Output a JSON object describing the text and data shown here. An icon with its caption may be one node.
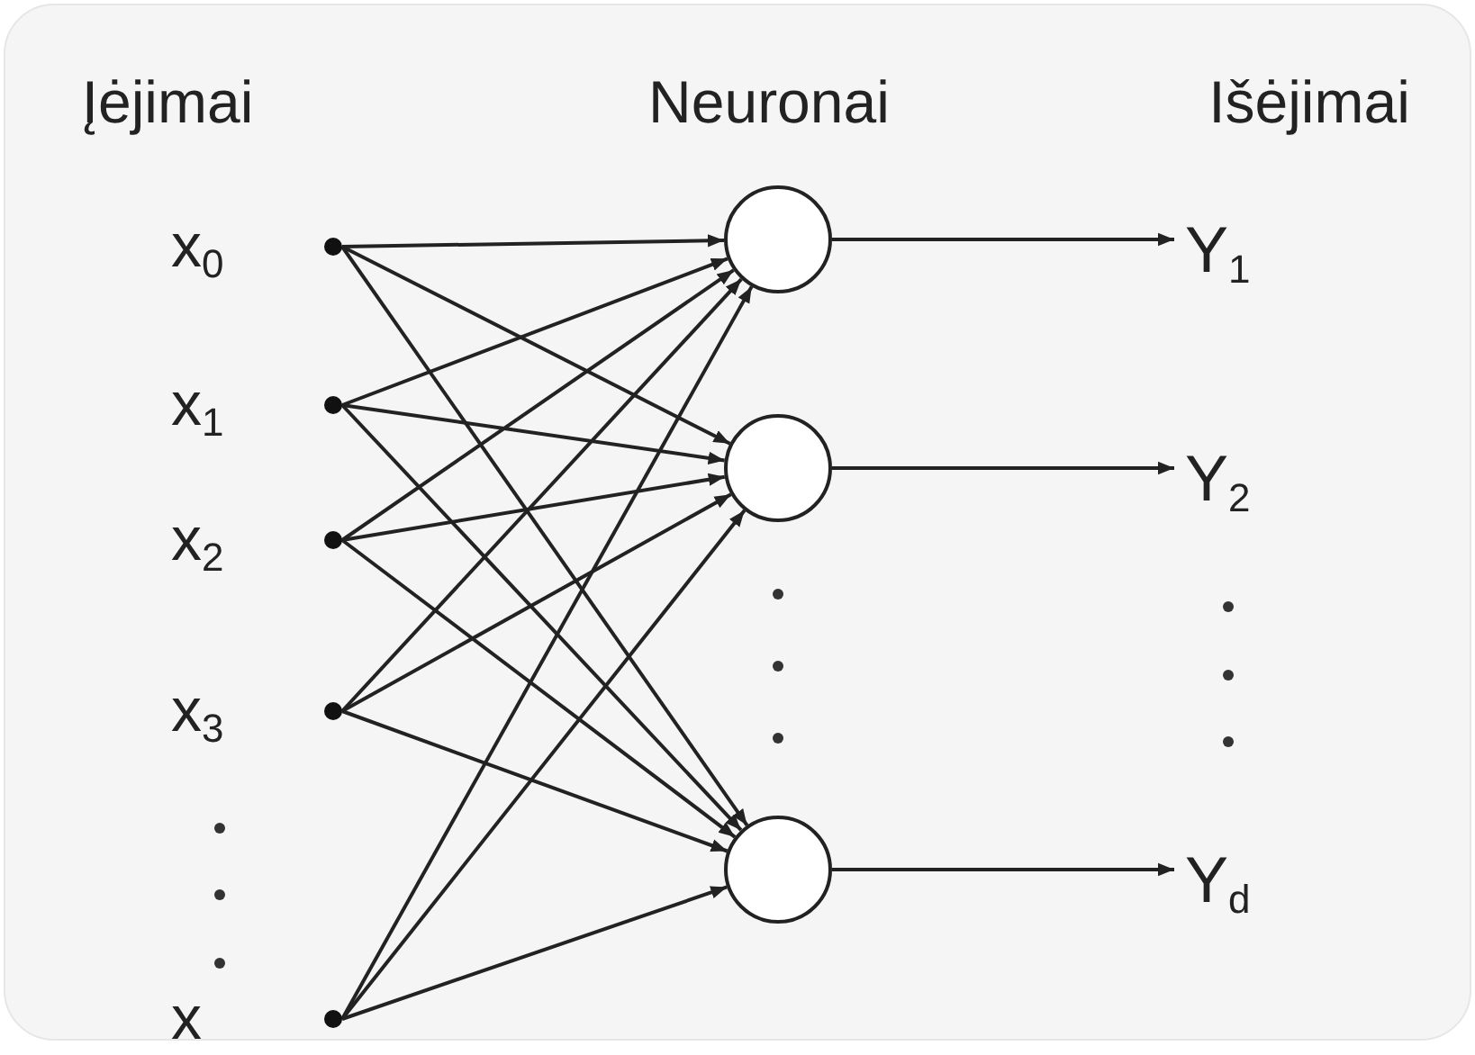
{
  "diagram": {
    "nodes": [
      {
        "text": [
          "x$_{0}$"
        ]
      },
      {
        "text": [
          "x$_{1}$"
        ]
      },
      {
        "text": [
          "x$_{2}$"
        ]
      },
      {
        "text": [
          "x$_{3}$"
        ]
      },
      {
        "text": [
          "x"
        ]
      },
      {
        "text": [],
        "shape": "circle"
      },
      {
        "text": [],
        "shape": "circle"
      },
      {
        "text": [],
        "shape": "circle"
      },
      {
        "text": [
          "Y$_{1}$"
        ]
      },
      {
        "text": [
          "Y$_{2}$"
        ]
      },
      {
        "text": [
          "Y$_{d}$"
        ]
      }
    ],
    "edges": [
      {
        "from": 0,
        "to": 5,
        "arrow": "to"
      },
      {
        "from": 0,
        "to": 6,
        "arrow": "to"
      },
      {
        "from": 0,
        "to": 7,
        "arrow": "to"
      },
      {
        "from": 1,
        "to": 5,
        "arrow": "to"
      },
      {
        "from": 1,
        "to": 6,
        "arrow": "to"
      },
      {
        "from": 1,
        "to": 7,
        "arrow": "to"
      },
      {
        "from": 2,
        "to": 5,
        "arrow": "to"
      },
      {
        "from": 2,
        "to": 6,
        "arrow": "to"
      },
      {
        "from": 2,
        "to": 7,
        "arrow": "to"
      },
      {
        "from": 3,
        "to": 5,
        "arrow": "to"
      },
      {
        "from": 3,
        "to": 6,
        "arrow": "to"
      },
      {
        "from": 3,
        "to": 7,
        "arrow": "to"
      },
      {
        "from": 4,
        "to": 5,
        "arrow": "to"
      },
      {
        "from": 4,
        "to": 6,
        "arrow": "to"
      },
      {
        "from": 4,
        "to": 7,
        "arrow": "to"
      },
      {
        "from": 5,
        "to": 8,
        "arrow": "to"
      },
      {
        "from": 6,
        "to": 9,
        "arrow": "to"
      },
      {
        "from": 7,
        "to": 10,
        "arrow": "to"
      }
    ],
    "labels": [
      "Įėjimai",
      "Neuronai",
      "Išėjimai"
    ]
  }
}
